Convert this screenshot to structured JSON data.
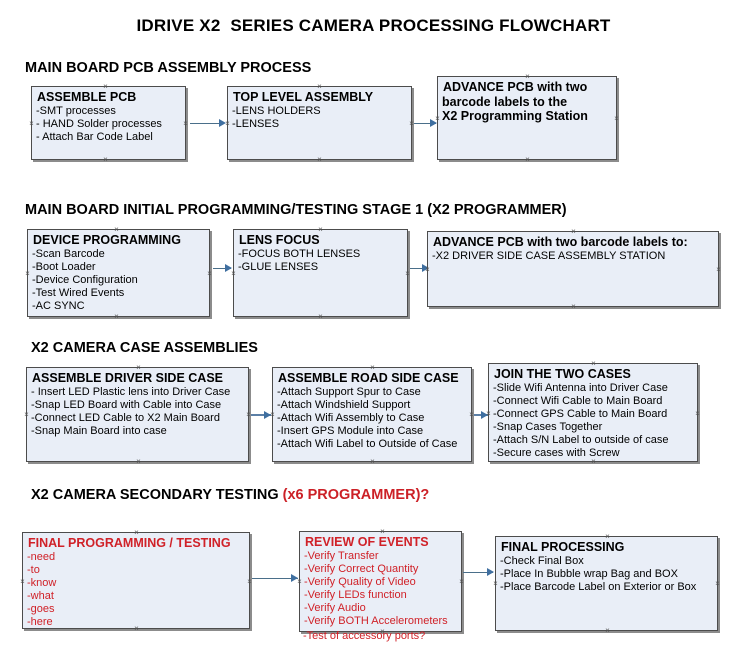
{
  "document": {
    "title": "IDRIVE X2  SERIES CAMERA PROCESSING FLOWCHART",
    "accent_color": "#d02128",
    "box_fill": "#e9eef7",
    "box_border": "#4c4c4c",
    "connector_color": "#4a6f8a"
  },
  "sections": [
    {
      "id": "main-board-pcb-assembly",
      "heading": "MAIN BOARD PCB ASSEMBLY PROCESS",
      "heading_accent": "",
      "nodes": [
        {
          "id": "assemble-pcb",
          "title": "ASSEMBLE PCB",
          "lines": [
            "-SMT processes",
            "- HAND Solder processes",
            "- Attach Bar Code Label"
          ],
          "color": "black"
        },
        {
          "id": "top-level-assembly",
          "title": "TOP LEVEL ASSEMBLY",
          "lines": [
            "-LENS HOLDERS",
            "-LENSES"
          ],
          "color": "black"
        },
        {
          "id": "advance-pcb-to-programming-station",
          "title": "ADVANCE PCB with two",
          "lines": [
            "barcode labels to the",
            " X2 Programming Station"
          ],
          "color": "black"
        }
      ]
    },
    {
      "id": "main-board-initial-programming",
      "heading": "MAIN BOARD INITIAL PROGRAMMING/TESTING STAGE 1 (X2 PROGRAMMER)",
      "heading_accent": "",
      "nodes": [
        {
          "id": "device-programming",
          "title": "DEVICE PROGRAMMING",
          "lines": [
            "-Scan Barcode",
            "-Boot Loader",
            "-Device Configuration",
            "-Test Wired Events",
            "-AC SYNC"
          ],
          "color": "black"
        },
        {
          "id": "lens-focus",
          "title": "LENS FOCUS",
          "lines": [
            "-FOCUS BOTH LENSES",
            "-GLUE LENSES"
          ],
          "color": "black"
        },
        {
          "id": "advance-pcb-to-driver-side-case",
          "title": "ADVANCE PCB with two barcode labels to:",
          "lines": [
            "-X2 DRIVER  SIDE  CASE  ASSEMBLY STATION"
          ],
          "color": "black"
        }
      ]
    },
    {
      "id": "x2-camera-case-assemblies",
      "heading": "X2 CAMERA CASE ASSEMBLIES",
      "heading_accent": "",
      "nodes": [
        {
          "id": "assemble-driver-side-case",
          "title": "ASSEMBLE DRIVER SIDE CASE",
          "lines": [
            "- Insert LED Plastic lens into Driver Case",
            "-Snap LED Board with Cable into Case",
            "-Connect LED Cable to X2 Main Board",
            "-Snap Main Board into case"
          ],
          "color": "black"
        },
        {
          "id": "assemble-road-side-case",
          "title": "ASSEMBLE ROAD SIDE CASE",
          "lines": [
            "-Attach Support Spur to Case",
            "-Attach Windshield Support",
            "-Attach Wifi Assembly to Case",
            "-Insert GPS Module into Case",
            "-Attach Wifi Label to Outside of Case"
          ],
          "color": "black"
        },
        {
          "id": "join-the-two-cases",
          "title": "JOIN THE TWO CASES",
          "lines": [
            "-Slide Wifi Antenna into Driver Case",
            "-Connect Wifi Cable to Main Board",
            "-Connect GPS Cable to Main Board",
            "-Snap Cases Together",
            "-Attach S/N Label to outside of case",
            "-Secure cases with Screw"
          ],
          "color": "black"
        }
      ]
    },
    {
      "id": "x2-camera-secondary-testing",
      "heading": "X2 CAMERA SECONDARY TESTING ",
      "heading_accent": "(x6 PROGRAMMER)?",
      "nodes": [
        {
          "id": "final-programming-testing",
          "title": "FINAL PROGRAMMING / TESTING",
          "lines": [
            "-need",
            "-to",
            "-know",
            "-what",
            "-goes",
            "-here"
          ],
          "color": "red"
        },
        {
          "id": "review-of-events",
          "title": "REVIEW OF EVENTS",
          "lines": [
            "-Verify Transfer",
            "-Verify Correct Quantity",
            "-Verify Quality of Video",
            "-Verify LEDs function",
            "-Verify Audio",
            "-Verify BOTH Accelerometers"
          ],
          "overflow_line": "-Test of accessory ports?",
          "color": "red"
        },
        {
          "id": "final-processing",
          "title": "FINAL PROCESSING",
          "lines": [
            " -Check Final Box",
            "-Place In Bubble wrap Bag and BOX",
            "-Place Barcode Label on Exterior or Box"
          ],
          "color": "black"
        }
      ]
    }
  ]
}
